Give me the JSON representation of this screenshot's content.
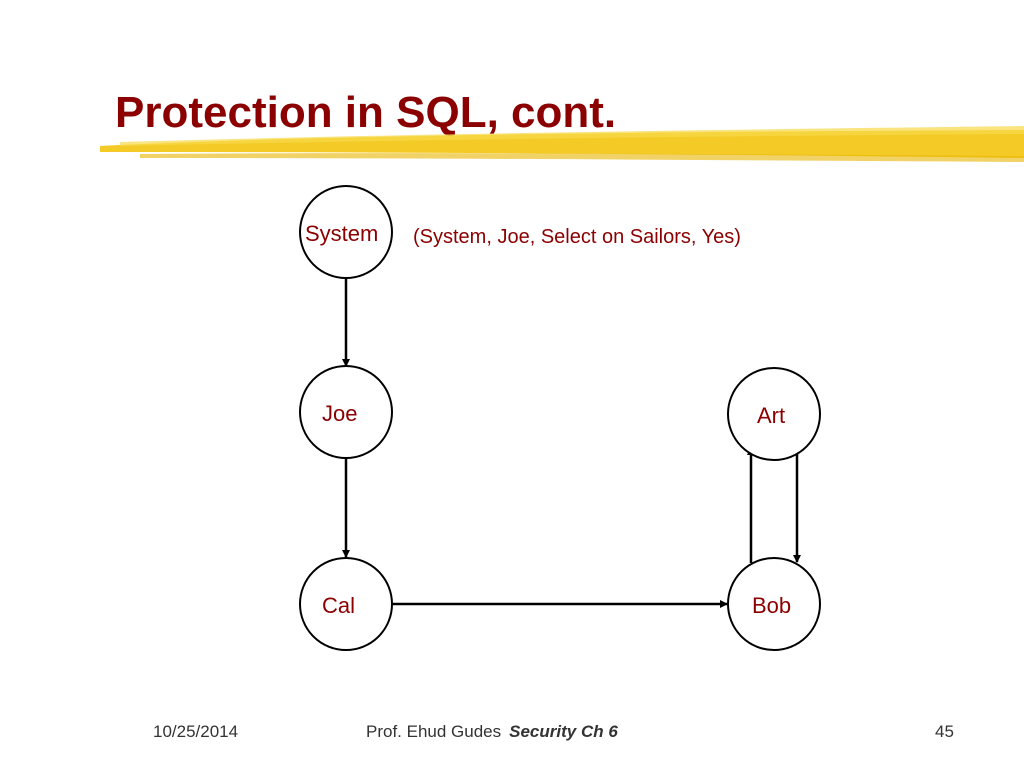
{
  "slide": {
    "title": "Protection in SQL, cont.",
    "annotation": "(System, Joe, Select on Sailors, Yes)"
  },
  "nodes": {
    "system": "System",
    "joe": "Joe",
    "art": "Art",
    "cal": "Cal",
    "bob": "Bob"
  },
  "footer": {
    "date": "10/25/2014",
    "author": "Prof. Ehud Gudes",
    "course": "Security  Ch 6",
    "page": "45"
  },
  "colors": {
    "title": "#8b0000",
    "label": "#8b0000",
    "highlighter": "#f2c200"
  }
}
